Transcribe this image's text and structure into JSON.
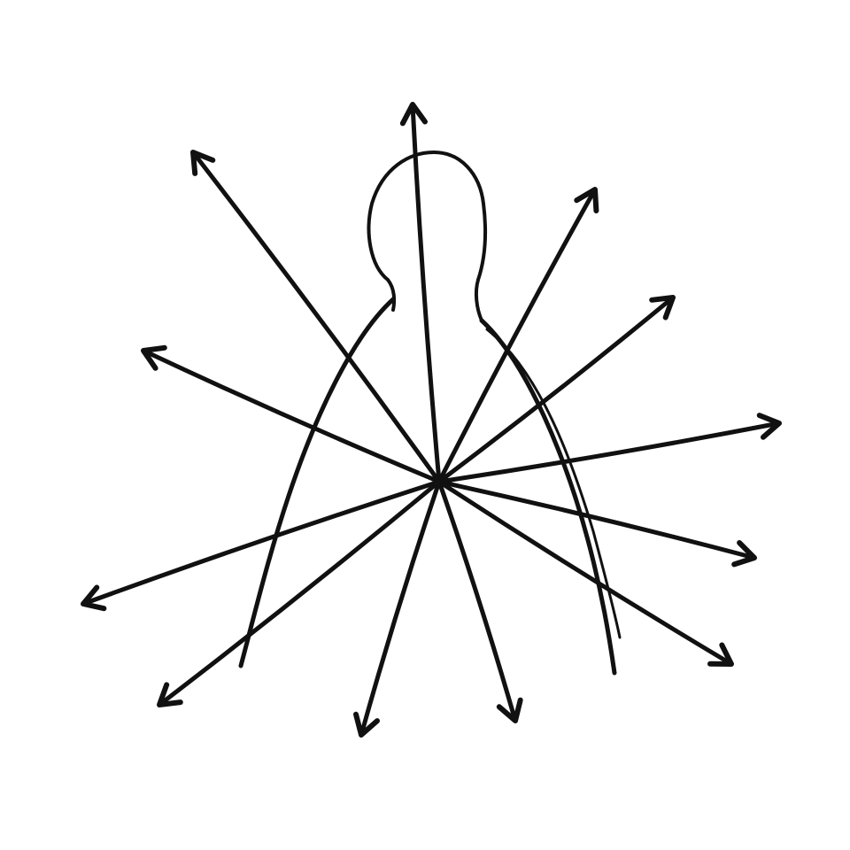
{
  "drawing": {
    "style": {
      "ink_color": "#111111",
      "paper_color": "#ffffff"
    },
    "figure": {
      "description_icon": "person-silhouette-icon"
    },
    "rays": [
      {
        "id": "up"
      },
      {
        "id": "up-left"
      },
      {
        "id": "up-right-1"
      },
      {
        "id": "up-right-2"
      },
      {
        "id": "left-upper"
      },
      {
        "id": "right-upper"
      },
      {
        "id": "right-lower"
      },
      {
        "id": "left-lower"
      },
      {
        "id": "down-left-1"
      },
      {
        "id": "down-left-2"
      },
      {
        "id": "down-right-1"
      },
      {
        "id": "down-right-2"
      }
    ]
  }
}
